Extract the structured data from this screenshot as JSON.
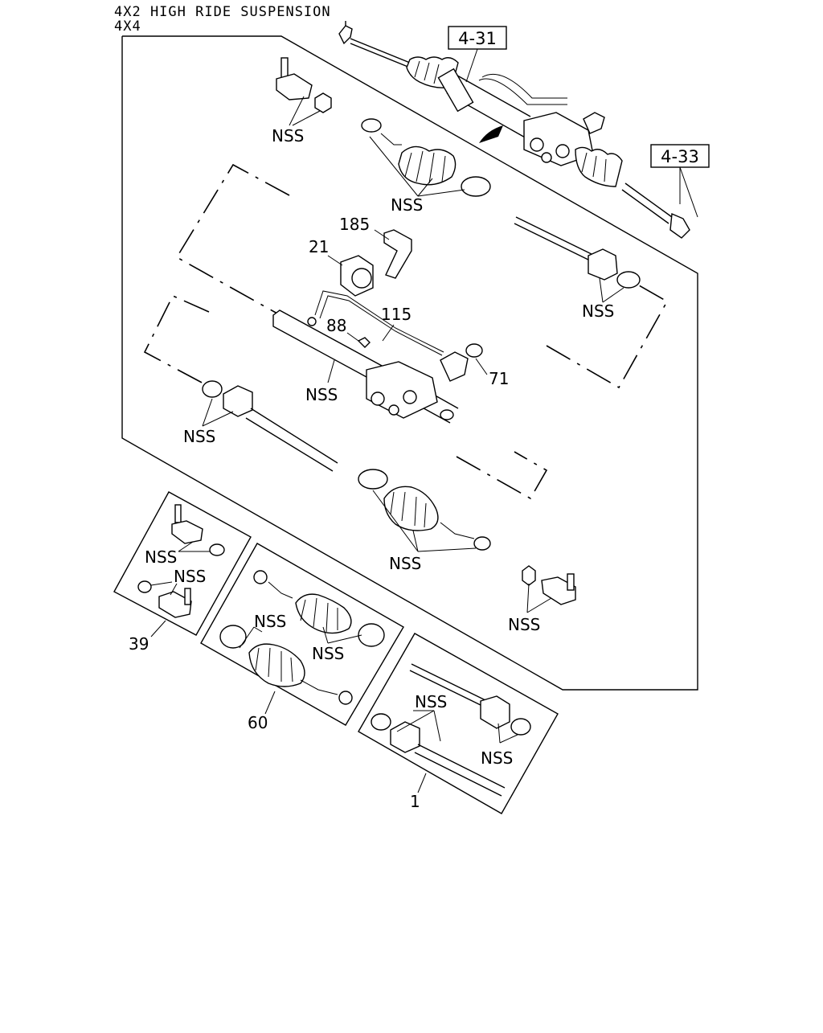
{
  "header": {
    "line1": "4X2 HIGH RIDE SUSPENSION",
    "line2": "4X4"
  },
  "refs": {
    "ref_a": "4-31",
    "ref_b": "4-33"
  },
  "callouts": {
    "nss": "NSS",
    "n185": "185",
    "n21": "21",
    "n115": "115",
    "n88": "88",
    "n71": "71",
    "n39": "39",
    "n60": "60",
    "n1": "1"
  },
  "colors": {
    "line": "#000000",
    "background": "#ffffff"
  }
}
